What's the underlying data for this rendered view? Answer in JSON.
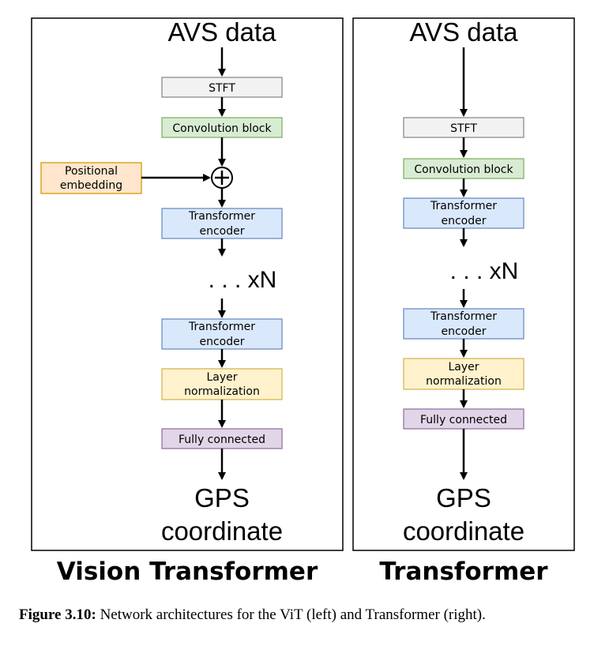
{
  "panels": [
    {
      "id": "vit",
      "input": "AVS data",
      "blocks": {
        "stft": "STFT",
        "conv": "Convolution block",
        "pos_line1": "Positional",
        "pos_line2": "embedding",
        "enc1_line1": "Transformer",
        "enc1_line2": "encoder",
        "repeat": ". . . xN",
        "enc2_line1": "Transformer",
        "enc2_line2": "encoder",
        "norm_line1": "Layer",
        "norm_line2": "normalization",
        "fc": "Fully connected"
      },
      "output_line1": "GPS",
      "output_line2": "coordinate",
      "title": "Vision Transformer"
    },
    {
      "id": "transformer",
      "input": "AVS data",
      "blocks": {
        "stft": "STFT",
        "conv": "Convolution block",
        "enc1_line1": "Transformer",
        "enc1_line2": "encoder",
        "repeat": ". . . xN",
        "enc2_line1": "Transformer",
        "enc2_line2": "encoder",
        "norm_line1": "Layer",
        "norm_line2": "normalization",
        "fc": "Fully connected"
      },
      "output_line1": "GPS",
      "output_line2": "coordinate",
      "title": "Transformer"
    }
  ],
  "caption": {
    "label": "Figure 3.10:",
    "text": " Network architectures for the ViT (left) and Transformer (right)."
  },
  "colors": {
    "stft_fill": "#f2f2f2",
    "stft_stroke": "#8c8c8c",
    "conv_fill": "#d8ecd3",
    "conv_stroke": "#82b366",
    "encoder_fill": "#dae8fc",
    "encoder_stroke": "#6c8ebf",
    "positional_fill": "#ffe6cc",
    "positional_stroke": "#d79b00",
    "norm_fill": "#fff2cc",
    "norm_stroke": "#d6b656",
    "fc_fill": "#e1d5e7",
    "fc_stroke": "#9673a6"
  }
}
